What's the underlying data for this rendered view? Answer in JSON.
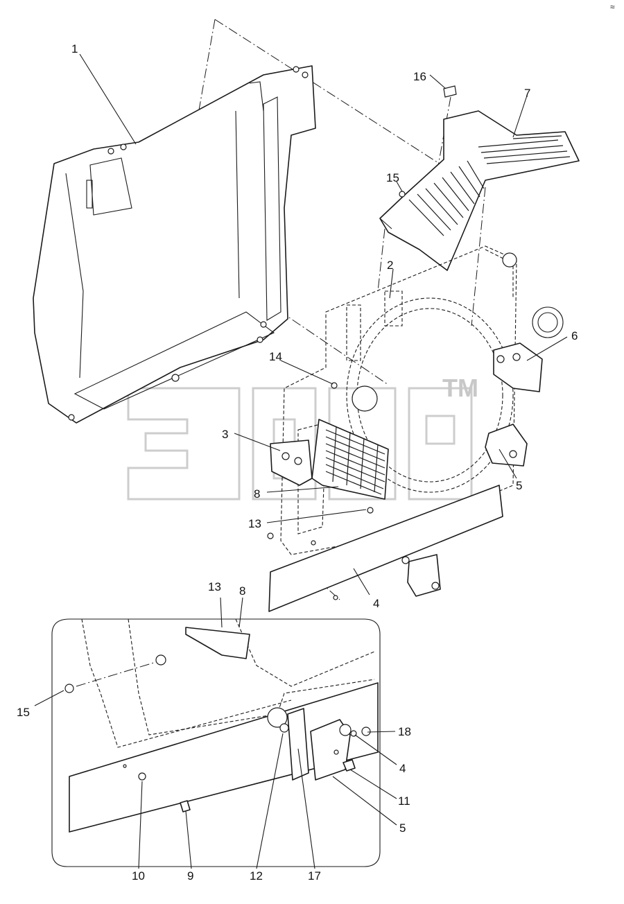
{
  "watermark": {
    "mark": "TM",
    "color": "#c8c8c8"
  },
  "callouts": {
    "c1": "1",
    "c2": "2",
    "c3": "3",
    "c4a": "4",
    "c5a": "5",
    "c6": "6",
    "c7": "7",
    "c8a": "8",
    "c13a": "13",
    "c14": "14",
    "c15a": "15",
    "c16": "16",
    "c13b": "13",
    "c8b": "8",
    "c15b": "15",
    "c18": "18",
    "c4b": "4",
    "c11": "11",
    "c5b": "5",
    "c10": "10",
    "c9": "9",
    "c12": "12",
    "c17": "17"
  },
  "corner_mark": "≈"
}
